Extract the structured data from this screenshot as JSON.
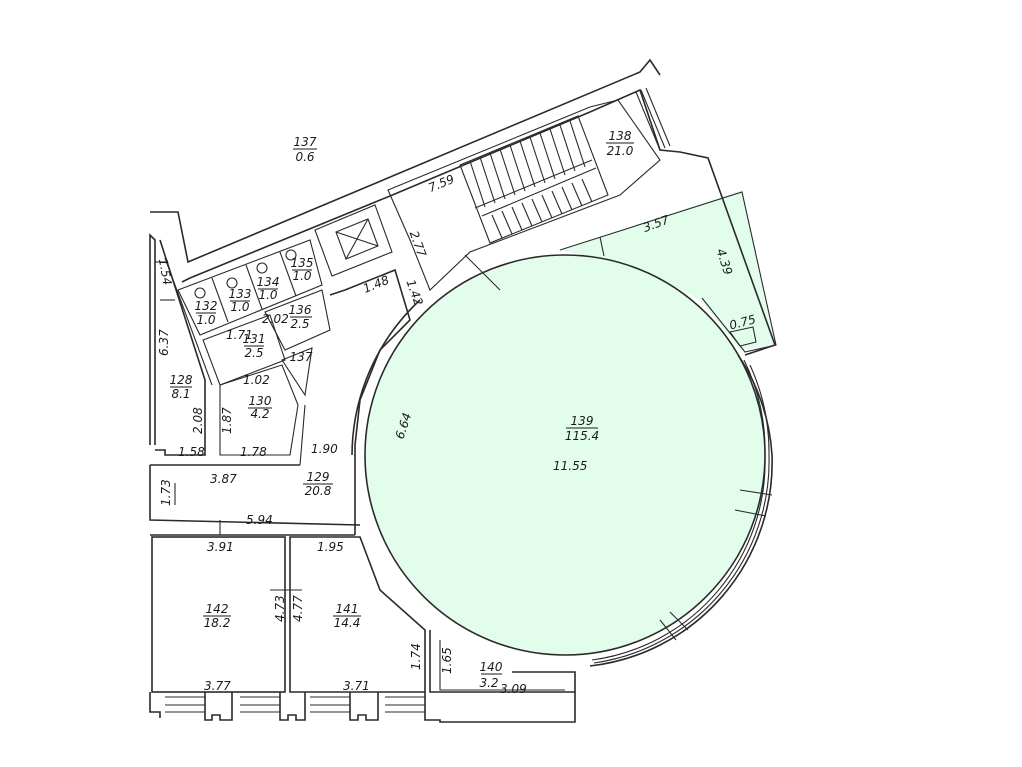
{
  "plan": {
    "highlight_color": "#e3fdec",
    "line_color": "#2a2a2a",
    "rooms": [
      {
        "id": "137",
        "number": "137",
        "area": "0.6"
      },
      {
        "id": "138",
        "number": "138",
        "area": "21.0"
      },
      {
        "id": "139",
        "number": "139",
        "area": "115.4",
        "highlighted": true
      },
      {
        "id": "128",
        "number": "128",
        "area": "8.1"
      },
      {
        "id": "129",
        "number": "129",
        "area": "20.8"
      },
      {
        "id": "130",
        "number": "130",
        "area": "4.2"
      },
      {
        "id": "131",
        "number": "131",
        "area": "2.5"
      },
      {
        "id": "132",
        "number": "132",
        "area": "1.0"
      },
      {
        "id": "133",
        "number": "133",
        "area": "1.0"
      },
      {
        "id": "134",
        "number": "134",
        "area": "1.0"
      },
      {
        "id": "135",
        "number": "135",
        "area": "1.0"
      },
      {
        "id": "136",
        "number": "136",
        "area": "2.5"
      },
      {
        "id": "137b",
        "number": "137",
        "area": ""
      },
      {
        "id": "140",
        "number": "140",
        "area": "3.2"
      },
      {
        "id": "141",
        "number": "141",
        "area": "14.4"
      },
      {
        "id": "142",
        "number": "142",
        "area": "18.2"
      }
    ],
    "dimensions": {
      "d_759": "7.59",
      "d_277": "2.77",
      "d_148": "1.48",
      "d_142": "1.42",
      "d_357": "3.57",
      "d_439": "4.39",
      "d_075": "0.75",
      "d_664": "6.64",
      "d_1155": "11.55",
      "d_154": "1.54",
      "d_637": "6.37",
      "d_171": "1.71",
      "d_202": "2.02",
      "d_102": "1.02",
      "d_208": "2.08",
      "d_187": "1.87",
      "d_158": "1.58",
      "d_178": "1.78",
      "d_190": "1.90",
      "d_387": "3.87",
      "d_173": "1.73",
      "d_594": "5.94",
      "d_391": "3.91",
      "d_195": "1.95",
      "d_473": "4.73",
      "d_477": "4.77",
      "d_174": "1.74",
      "d_165": "1.65",
      "d_377": "3.77",
      "d_371": "3.71",
      "d_309": "3.09"
    }
  }
}
